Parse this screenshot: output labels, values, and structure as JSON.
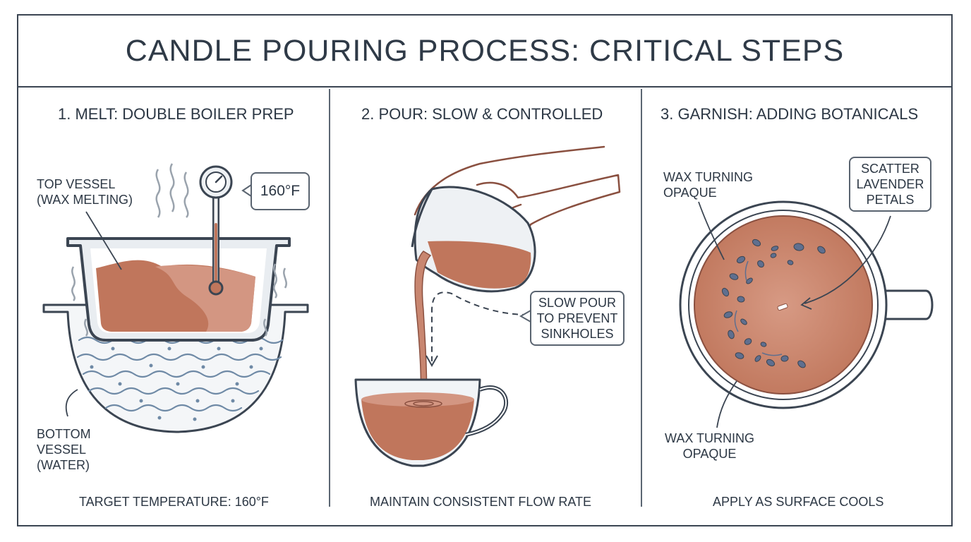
{
  "title": "CANDLE POURING PROCESS: CRITICAL STEPS",
  "steps": [
    {
      "heading": "1. MELT: DOUBLE BOILER PREP",
      "labels": {
        "top_vessel": "TOP VESSEL\n(WAX MELTING)",
        "bottom_vessel": "BOTTOM\nVESSEL\n(WATER)",
        "temp_callout": "160°F"
      },
      "caption": "TARGET TEMPERATURE: 160°F"
    },
    {
      "heading": "2. POUR: SLOW & CONTROLLED",
      "labels": {
        "pour_callout": "SLOW POUR\nTO PREVENT\nSINKHOLES"
      },
      "caption": "MAINTAIN CONSISTENT FLOW RATE"
    },
    {
      "heading": "3. GARNISH: ADDING BOTANICALS",
      "labels": {
        "wax_top": "WAX TURNING\nOPAQUE",
        "wax_bottom": "WAX TURNING\nOPAQUE",
        "scatter_callout": "SCATTER\nLAVENDER\nPETALS"
      },
      "caption": "APPLY AS SURFACE COOLS"
    }
  ],
  "colors": {
    "wax": "#c0765c",
    "wax_light": "#d39682",
    "line": "#3b4552",
    "water": "#6f8aa6",
    "petal": "#5f6f8f"
  },
  "icons": [
    "steam-icon",
    "thermometer-icon",
    "hand-icon",
    "pitcher-icon",
    "teacup-icon",
    "mug-icon",
    "lavender-petal-icon"
  ]
}
